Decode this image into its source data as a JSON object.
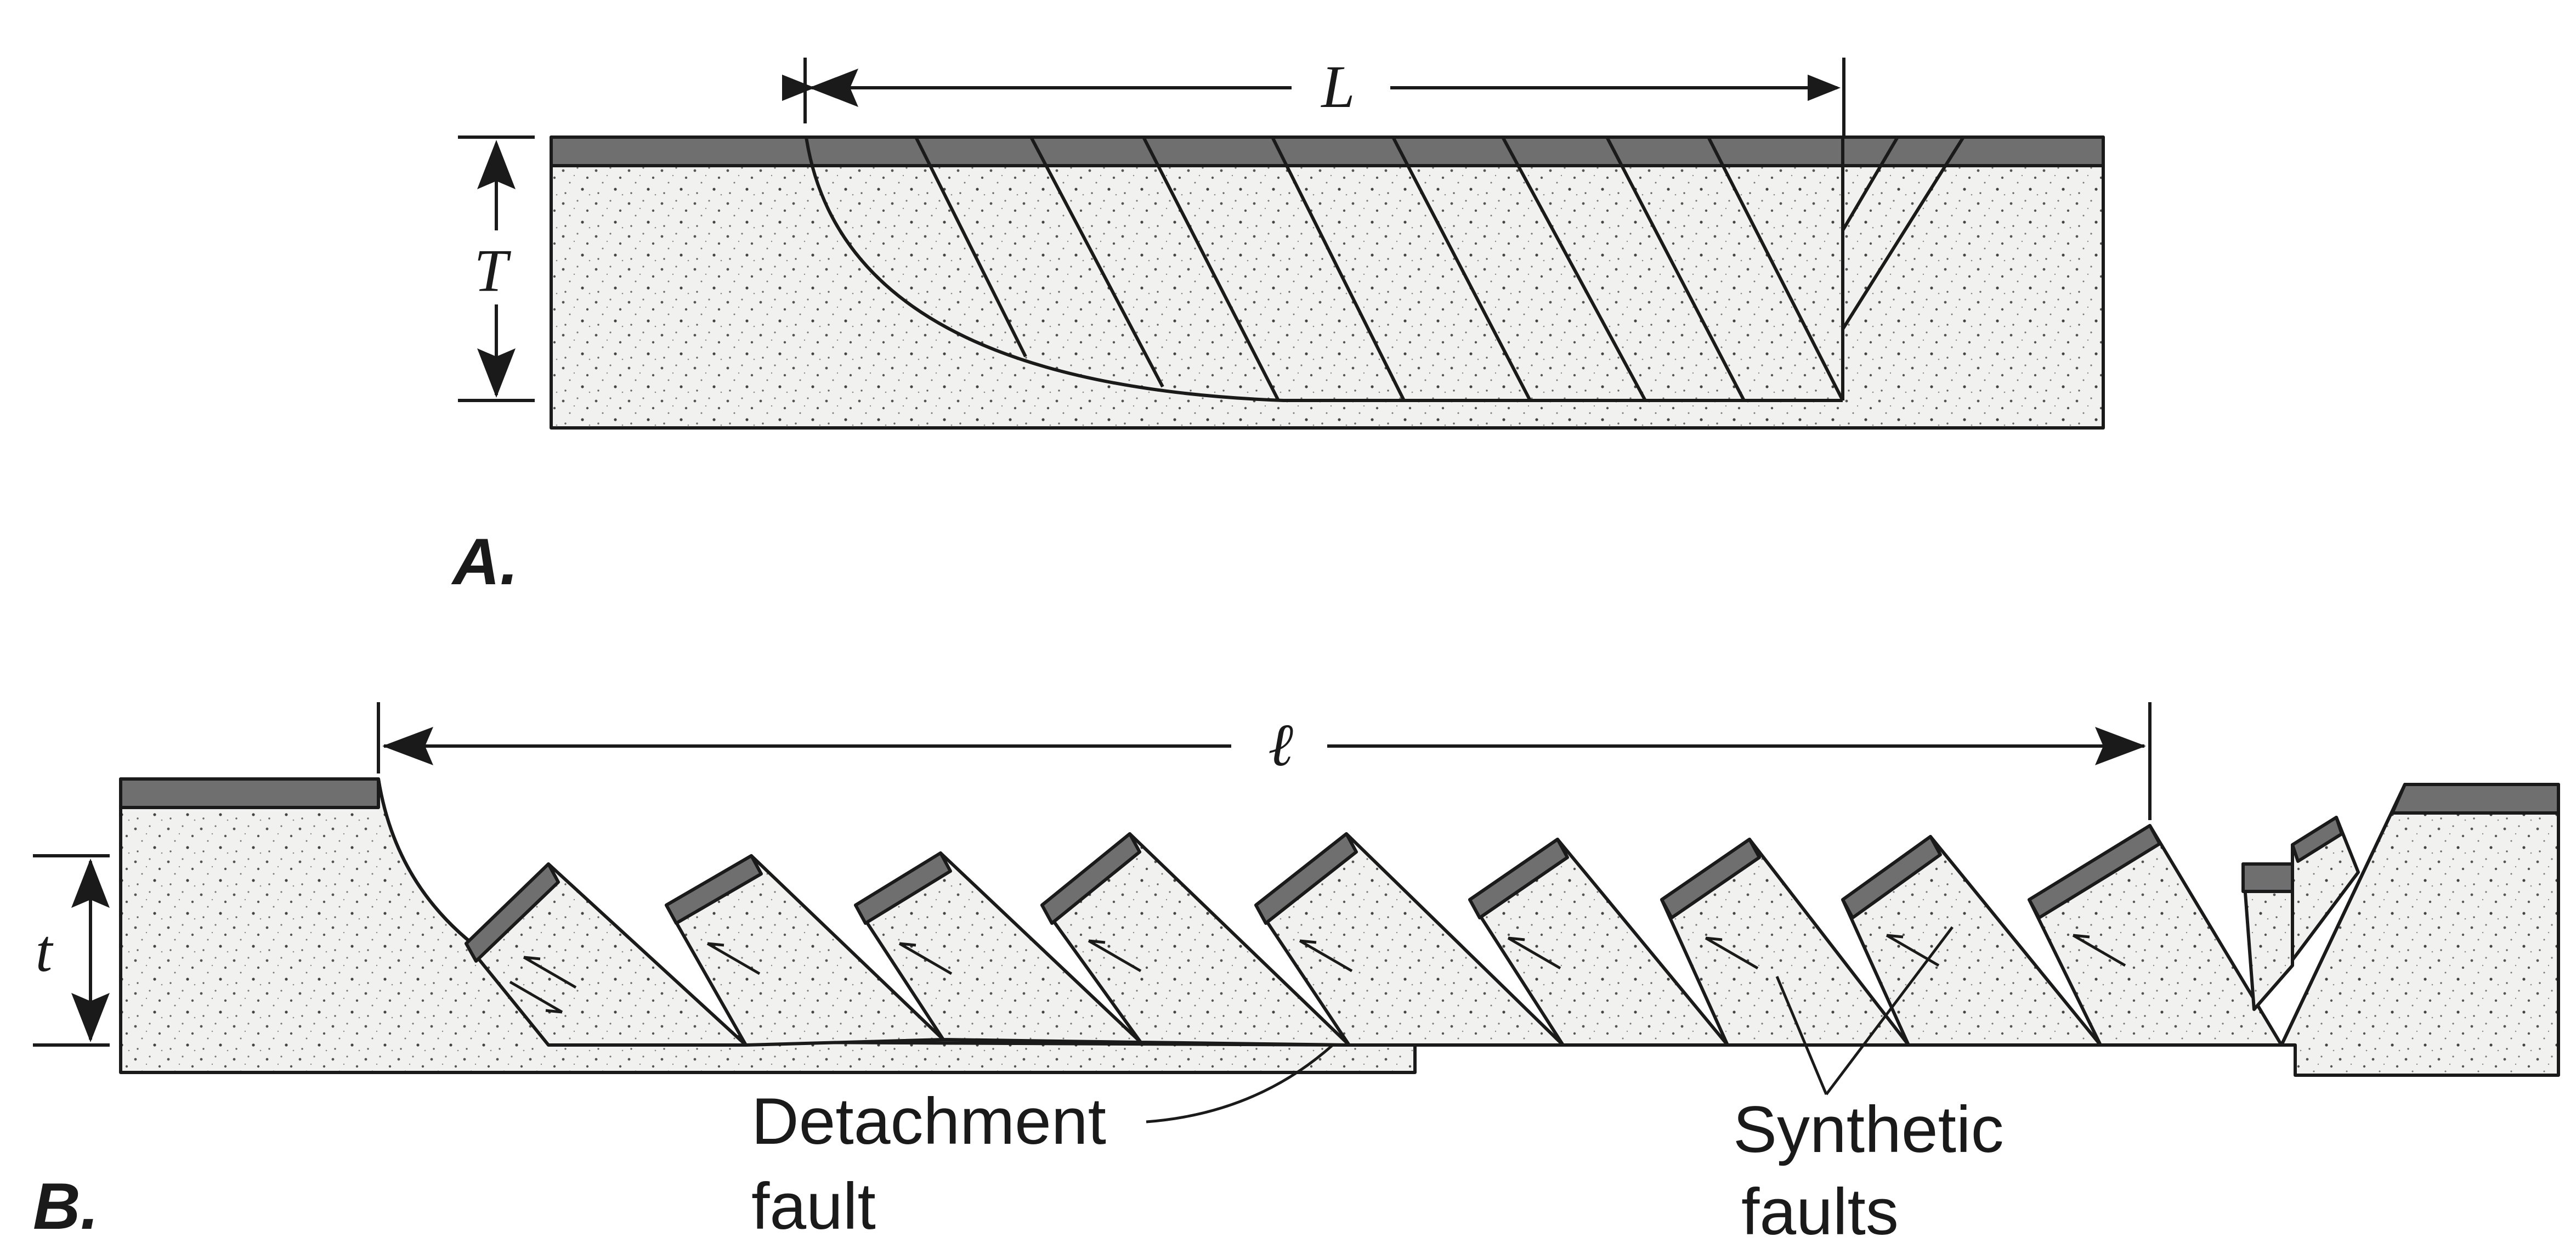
{
  "panel_a": {
    "label": "A.",
    "length_label": "L",
    "thickness_label": "T"
  },
  "panel_b": {
    "label": "B.",
    "length_label": "ℓ",
    "thickness_label": "t",
    "detachment_label_line1": "Detachment",
    "detachment_label_line2": "fault",
    "synthetic_label_line1": "Synthetic",
    "synthetic_label_line2": "faults"
  },
  "colors": {
    "ink": "#1a1a1a",
    "top_layer": "#6f6f6f",
    "rock_fill": "#f1f1ef",
    "stipple": "#555555"
  }
}
